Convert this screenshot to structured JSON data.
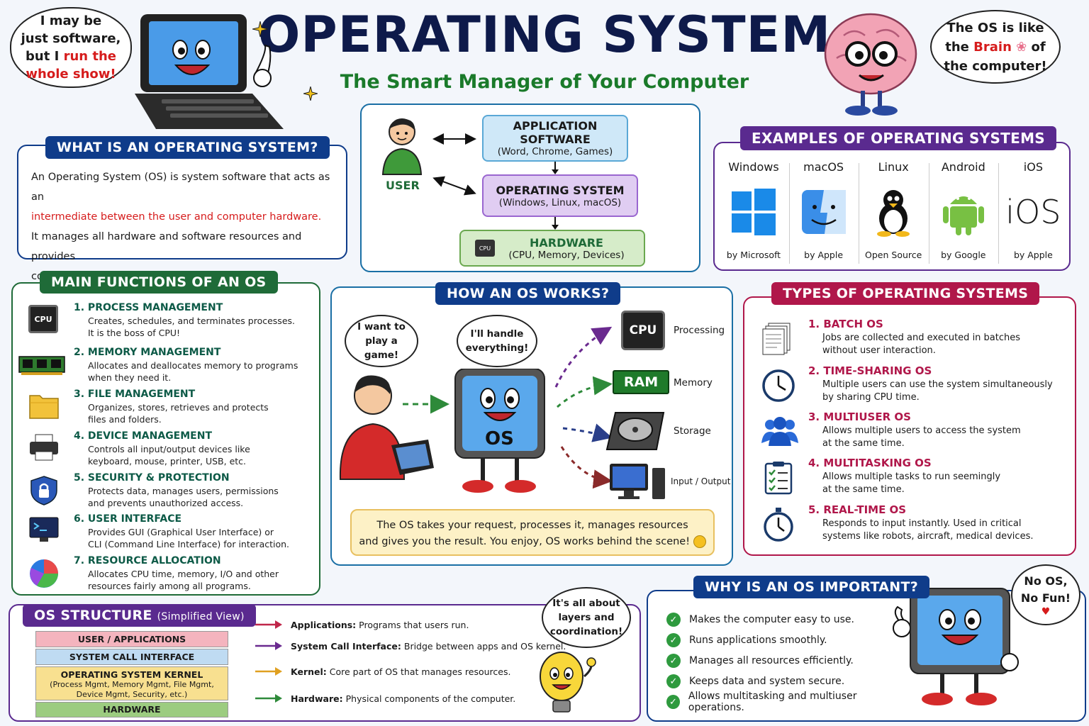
{
  "title": "OPERATING SYSTEM",
  "subtitle": "The Smart Manager of Your Computer",
  "bubbles": {
    "laptop_1": "I may be",
    "laptop_2": "just software,",
    "laptop_3": "but I ",
    "laptop_red1": "run the",
    "laptop_red2": "whole show!",
    "brain_1": "The OS is like",
    "brain_2a": "the ",
    "brain_red": "Brain",
    "brain_2b": " of",
    "brain_3": "the computer!",
    "kid": "I want to play a game!",
    "os": "I'll handle everything!",
    "bulb": "It's all about layers and coordination!",
    "nofun_1": "No OS,",
    "nofun_2": "No Fun!"
  },
  "what": {
    "header": "WHAT IS AN OPERATING SYSTEM?",
    "text1": "An Operating System (OS) is system software that acts as an",
    "text_red": "intermediate between the user and computer hardware.",
    "text2": "It manages all hardware and software resources and provides",
    "text3": "common services for computer programs."
  },
  "flow": {
    "user": "USER",
    "app_title": "APPLICATION",
    "app_title2": "SOFTWARE",
    "app_sub": "(Word, Chrome, Games)",
    "os_title": "OPERATING SYSTEM",
    "os_sub": "(Windows, Linux, macOS)",
    "hw_title": "HARDWARE",
    "hw_sub": "(CPU, Memory, Devices)",
    "chip_label": "CPU"
  },
  "examples": {
    "header": "EXAMPLES OF OPERATING SYSTEMS",
    "items": [
      {
        "name": "Windows",
        "by": "by Microsoft"
      },
      {
        "name": "macOS",
        "by": "by Apple"
      },
      {
        "name": "Linux",
        "by": "Open Source"
      },
      {
        "name": "Android",
        "by": "by Google"
      },
      {
        "name": "iOS",
        "by": "by Apple",
        "logo_text": "iOS"
      }
    ]
  },
  "functions": {
    "header": "MAIN FUNCTIONS OF AN OS",
    "cpu_label": "CPU",
    "items": [
      {
        "title": "1.  PROCESS MANAGEMENT",
        "d1": "Creates, schedules, and terminates processes.",
        "d2": "It is the boss of CPU!"
      },
      {
        "title": "2.  MEMORY MANAGEMENT",
        "d1": "Allocates and deallocates memory to programs",
        "d2": "when they need it."
      },
      {
        "title": "3.  FILE MANAGEMENT",
        "d1": "Organizes, stores, retrieves and protects",
        "d2": "files and folders."
      },
      {
        "title": "4.  DEVICE MANAGEMENT",
        "d1": "Controls all input/output devices like",
        "d2": "keyboard, mouse, printer, USB, etc."
      },
      {
        "title": "5.  SECURITY & PROTECTION",
        "d1": "Protects data, manages users, permissions",
        "d2": "and prevents unauthorized access."
      },
      {
        "title": "6.  USER INTERFACE",
        "d1": "Provides GUI (Graphical User Interface) or",
        "d2": "CLI (Command Line Interface) for interaction."
      },
      {
        "title": "7.  RESOURCE ALLOCATION",
        "d1": "Allocates CPU time, memory, I/O and other",
        "d2": "resources fairly among all programs."
      }
    ]
  },
  "how": {
    "header": "HOW AN OS WORKS?",
    "os_label": "OS",
    "cpu_label": "CPU",
    "ram_label": "RAM",
    "processing": "Processing",
    "memory": "Memory",
    "storage": "Storage",
    "io": "Input / Output",
    "note1": "The OS takes your request, processes it, manages resources",
    "note2": "and gives you the result. You enjoy, OS works behind the scene!"
  },
  "types": {
    "header": "TYPES OF OPERATING SYSTEMS",
    "items": [
      {
        "title": "1.  BATCH OS",
        "d1": "Jobs are collected and executed in batches",
        "d2": "without user interaction."
      },
      {
        "title": "2.  TIME-SHARING OS",
        "d1": "Multiple users can use the system simultaneously",
        "d2": "by sharing CPU time."
      },
      {
        "title": "3.  MULTIUSER OS",
        "d1": "Allows multiple users to access the system",
        "d2": "at the same time."
      },
      {
        "title": "4.  MULTITASKING OS",
        "d1": "Allows multiple tasks to run seemingly",
        "d2": "at the same time."
      },
      {
        "title": "5.  REAL-TIME OS",
        "d1": "Responds to input instantly. Used in critical",
        "d2": "systems like robots, aircraft, medical devices."
      }
    ]
  },
  "structure": {
    "header": "OS STRUCTURE",
    "header_small": "(Simplified View)",
    "l1": "USER / APPLICATIONS",
    "l2": "SYSTEM CALL INTERFACE",
    "l3": "OPERATING SYSTEM KERNEL",
    "l3b": "(Process Mgmt, Memory Mgmt, File Mgmt,",
    "l3c": "Device Mgmt, Security, etc.)",
    "l4": "HARDWARE",
    "d1b": "Applications:",
    "d1": " Programs that users run.",
    "d2b": "System Call Interface:",
    "d2": " Bridge between apps and OS kernel.",
    "d3b": "Kernel:",
    "d3": " Core part of OS that manages resources.",
    "d4b": "Hardware:",
    "d4": " Physical components of the computer."
  },
  "why": {
    "header": "WHY IS AN OS IMPORTANT?",
    "items": [
      "Makes the computer easy to use.",
      "Runs applications smoothly.",
      "Manages all resources efficiently.",
      "Keeps data and system secure.",
      "Allows multitasking and multiuser operations."
    ]
  },
  "colors": {
    "navy": "#0f3c8a",
    "green": "#1f6b38",
    "purple": "#5a2a8f",
    "crimson": "#b0174a",
    "accent_red": "#d61c1c"
  }
}
